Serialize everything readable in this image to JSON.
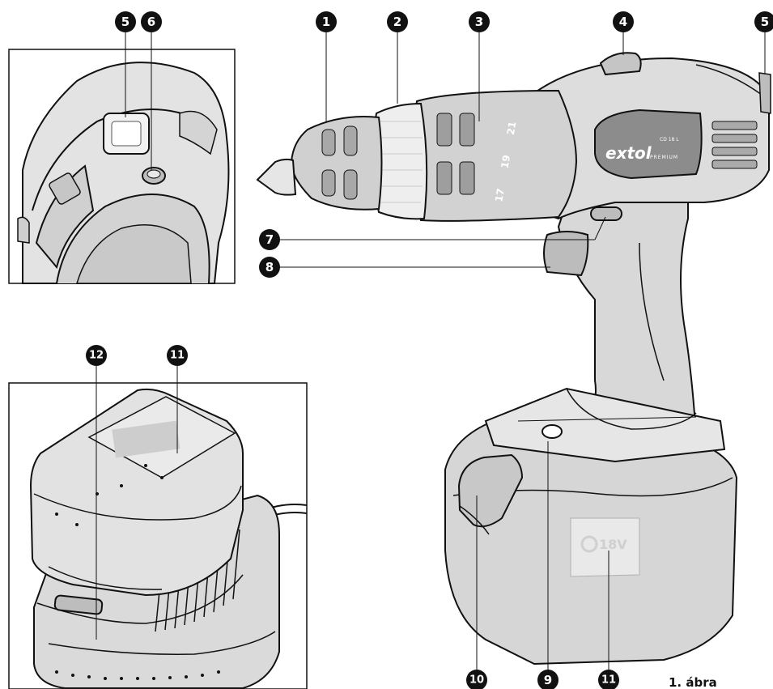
{
  "figure": {
    "caption": "1. ábra",
    "callouts": [
      "1",
      "2",
      "3",
      "4",
      "5",
      "6",
      "7",
      "8",
      "9",
      "10",
      "11",
      "12"
    ]
  },
  "product_markings": {
    "brand": "extol",
    "brand_sub": "PREMIUM",
    "model": "CD 18 L",
    "voltage": "18V",
    "clutch_scale": [
      "17",
      "19",
      "21"
    ]
  },
  "colors": {
    "body": "#dedede",
    "body_dark": "#c9c9c9",
    "body_light": "#eeeeee",
    "outline": "#111111",
    "badge": "#111111",
    "label_panel": "#9a9a9a"
  }
}
